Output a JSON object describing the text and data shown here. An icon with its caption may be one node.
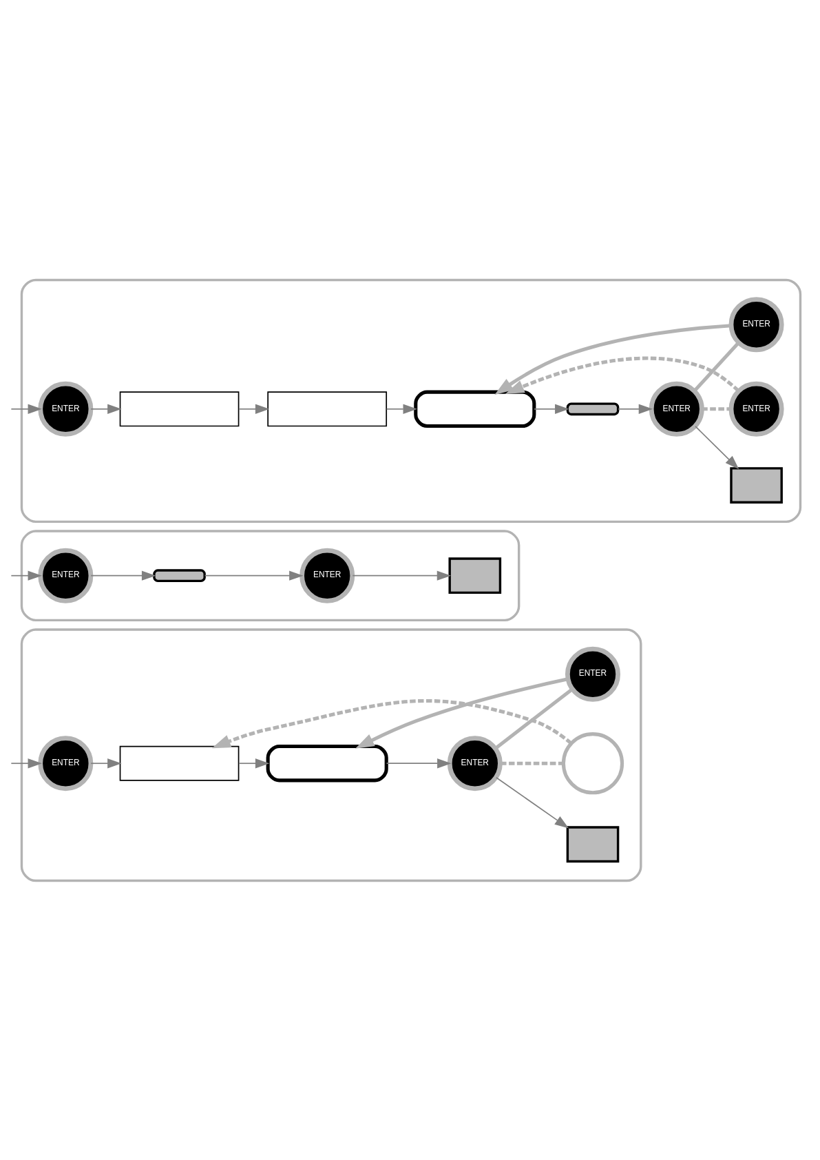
{
  "diagram": {
    "nodes": [
      {
        "text": [],
        "shape": "box"
      },
      {
        "text": [
          "ENTER"
        ],
        "in": 0
      },
      {
        "text": [],
        "shape": "box",
        "in": 0
      },
      {
        "text": [],
        "shape": "box",
        "in": 0
      },
      {
        "text": [
          "ENTER"
        ],
        "in": 0
      },
      {
        "text": [],
        "shape": "box",
        "in": 0
      },
      {
        "text": [],
        "shape": "circle",
        "in": 0
      },
      {
        "text": [
          "ENTER"
        ],
        "in": 0
      },
      {
        "text": [],
        "shape": "box"
      },
      {
        "text": [
          "ENTER"
        ],
        "in": 8
      },
      {
        "text": [],
        "shape": "bar",
        "in": 8
      },
      {
        "text": [
          "ENTER"
        ],
        "in": 8
      },
      {
        "text": [],
        "shape": "box",
        "in": 8
      },
      {
        "text": [],
        "shape": "box"
      },
      {
        "text": [
          "ENTER"
        ],
        "in": 13
      },
      {
        "text": [],
        "shape": "box",
        "in": 13
      },
      {
        "text": [],
        "shape": "box",
        "in": 13
      },
      {
        "text": [],
        "shape": "box",
        "in": 13
      },
      {
        "text": [],
        "shape": "bar",
        "in": 13
      },
      {
        "text": [
          "ENTER"
        ],
        "in": 13
      },
      {
        "text": [],
        "shape": "box",
        "in": 13
      },
      {
        "text": [
          "ENTER"
        ],
        "in": 13
      },
      {
        "text": [
          "ENTER"
        ],
        "in": 13
      }
    ],
    "edges": [
      {
        "from": null,
        "to": 1,
        "arrow": "to"
      },
      {
        "from": 1,
        "to": 2,
        "arrow": "to"
      },
      {
        "from": 2,
        "to": 3,
        "arrow": "to"
      },
      {
        "from": 3,
        "to": 4,
        "arrow": "to"
      },
      {
        "from": 4,
        "to": 5,
        "arrow": "to"
      },
      {
        "from": 4,
        "to": 7,
        "arrow": "none",
        "color": "#b3b3b3",
        "style": "thick"
      },
      {
        "from": 7,
        "to": 3,
        "arrow": "to",
        "color": "#b3b3b3",
        "style": "thick"
      },
      {
        "from": 4,
        "to": 6,
        "arrow": "none",
        "color": "#b3b3b3",
        "style": "dashed"
      },
      {
        "from": 6,
        "to": 2,
        "arrow": "to",
        "color": "#b3b3b3",
        "style": "dashed"
      },
      {
        "from": null,
        "to": 9,
        "arrow": "to"
      },
      {
        "from": 9,
        "to": 10,
        "arrow": "to"
      },
      {
        "from": 10,
        "to": 11,
        "arrow": "to"
      },
      {
        "from": 11,
        "to": 12,
        "arrow": "to"
      },
      {
        "from": null,
        "to": 14,
        "arrow": "to"
      },
      {
        "from": 14,
        "to": 15,
        "arrow": "to"
      },
      {
        "from": 15,
        "to": 16,
        "arrow": "to"
      },
      {
        "from": 16,
        "to": 17,
        "arrow": "to"
      },
      {
        "from": 17,
        "to": 18,
        "arrow": "to"
      },
      {
        "from": 18,
        "to": 19,
        "arrow": "to"
      },
      {
        "from": 19,
        "to": 20,
        "arrow": "to"
      },
      {
        "from": 19,
        "to": 22,
        "arrow": "none",
        "color": "#b3b3b3",
        "style": "thick"
      },
      {
        "from": 22,
        "to": 17,
        "arrow": "to",
        "color": "#b3b3b3",
        "style": "thick"
      },
      {
        "from": 19,
        "to": 21,
        "arrow": "none",
        "color": "#b3b3b3",
        "style": "dashed"
      },
      {
        "from": 21,
        "to": 17,
        "arrow": "to",
        "color": "#b3b3b3",
        "style": "dashed"
      }
    ]
  }
}
